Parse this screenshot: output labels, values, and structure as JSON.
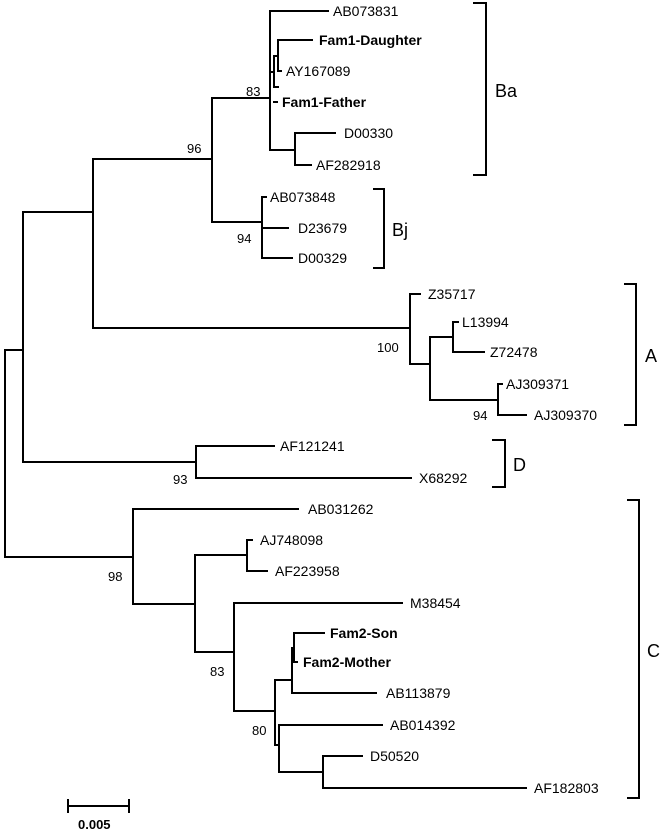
{
  "leaves": {
    "AB073831": "AB073831",
    "Fam1-Daughter": "Fam1-Daughter",
    "AY167089": "AY167089",
    "Fam1-Father": "Fam1-Father",
    "D00330": "D00330",
    "AF282918": "AF282918",
    "AB073848": "AB073848",
    "D23679": "D23679",
    "D00329": "D00329",
    "Z35717": "Z35717",
    "L13994": "L13994",
    "Z72478": "Z72478",
    "AJ309371": "AJ309371",
    "AJ309370": "AJ309370",
    "AF121241": "AF121241",
    "X68292": "X68292",
    "AB031262": "AB031262",
    "AJ748098": "AJ748098",
    "AF223958": "AF223958",
    "M38454": "M38454",
    "Fam2-Son": "Fam2-Son",
    "Fam2-Mother": "Fam2-Mother",
    "AB113879": "AB113879",
    "AB014392": "AB014392",
    "D50520": "D50520",
    "AF182803": "AF182803"
  },
  "bootstrap": {
    "b83a": "83",
    "b96": "96",
    "b94a": "94",
    "b100": "100",
    "b94b": "94",
    "b93": "93",
    "b98": "98",
    "b83b": "83",
    "b80": "80"
  },
  "clades": {
    "Ba": "Ba",
    "Bj": "Bj",
    "A": "A",
    "D": "D",
    "C": "C"
  },
  "scale": {
    "label": "0.005"
  }
}
